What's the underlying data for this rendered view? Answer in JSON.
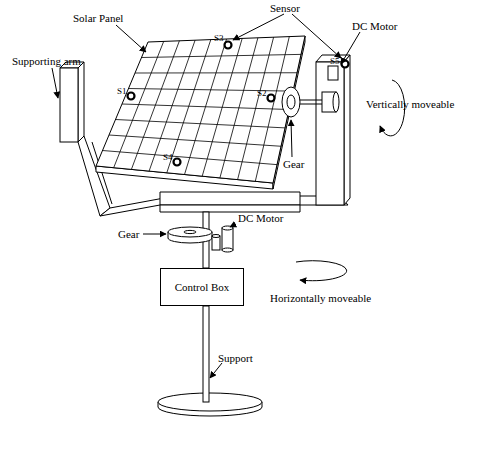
{
  "diagram": {
    "nodes": [
      {
        "text": [
          "Control Box"
        ]
      }
    ],
    "labels": [
      "Solar Panel",
      "Sensor",
      "DC Motor",
      "Supporting arm",
      "S3",
      "S5",
      "S1",
      "S2",
      "S4",
      "Vertically moveable",
      "Gear",
      "Gear",
      "DC Motor",
      "Horizontally moveable",
      "Support"
    ]
  }
}
